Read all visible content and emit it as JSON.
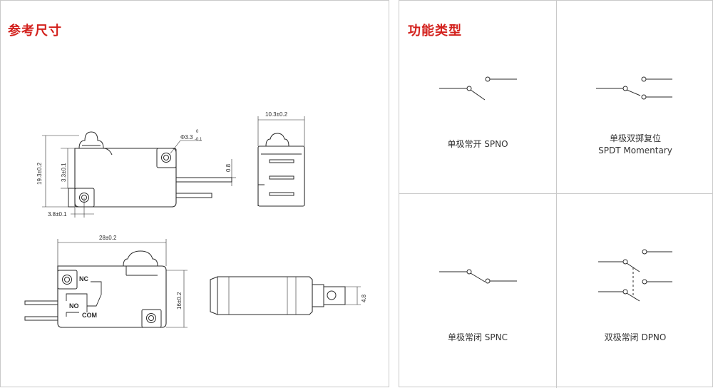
{
  "reference_dimensions": {
    "title": "参考尺寸",
    "dims": {
      "width_10_3": "10.3±0.2",
      "hole_dia": "Φ3.3",
      "hole_tol_upper": "0",
      "hole_tol_lower": "-0.1",
      "height_19_3": "19.3±0.2",
      "offset_3_3": "3.3±0.1",
      "terminal_0_8": "0.8",
      "offset_3_8": "3.8±0.1",
      "length_28": "28±0.2",
      "height_16": "16±0.2",
      "terminal_4_8": "4.8"
    },
    "terminal_labels": {
      "nc": "NC",
      "no": "NO",
      "com": "COM"
    }
  },
  "function_types": {
    "title": "功能类型",
    "items": [
      {
        "label_lines": [
          "单极常开 SPNO"
        ]
      },
      {
        "label_lines": [
          "单极双掷复位",
          "SPDT Momentary"
        ]
      },
      {
        "label_lines": [
          "单极常闭 SPNC"
        ]
      },
      {
        "label_lines": [
          "双极常闭 DPNO"
        ]
      }
    ]
  },
  "colors": {
    "title_red": "#d3211d",
    "line": "#2a2a2a",
    "border": "#c9c9c9"
  }
}
